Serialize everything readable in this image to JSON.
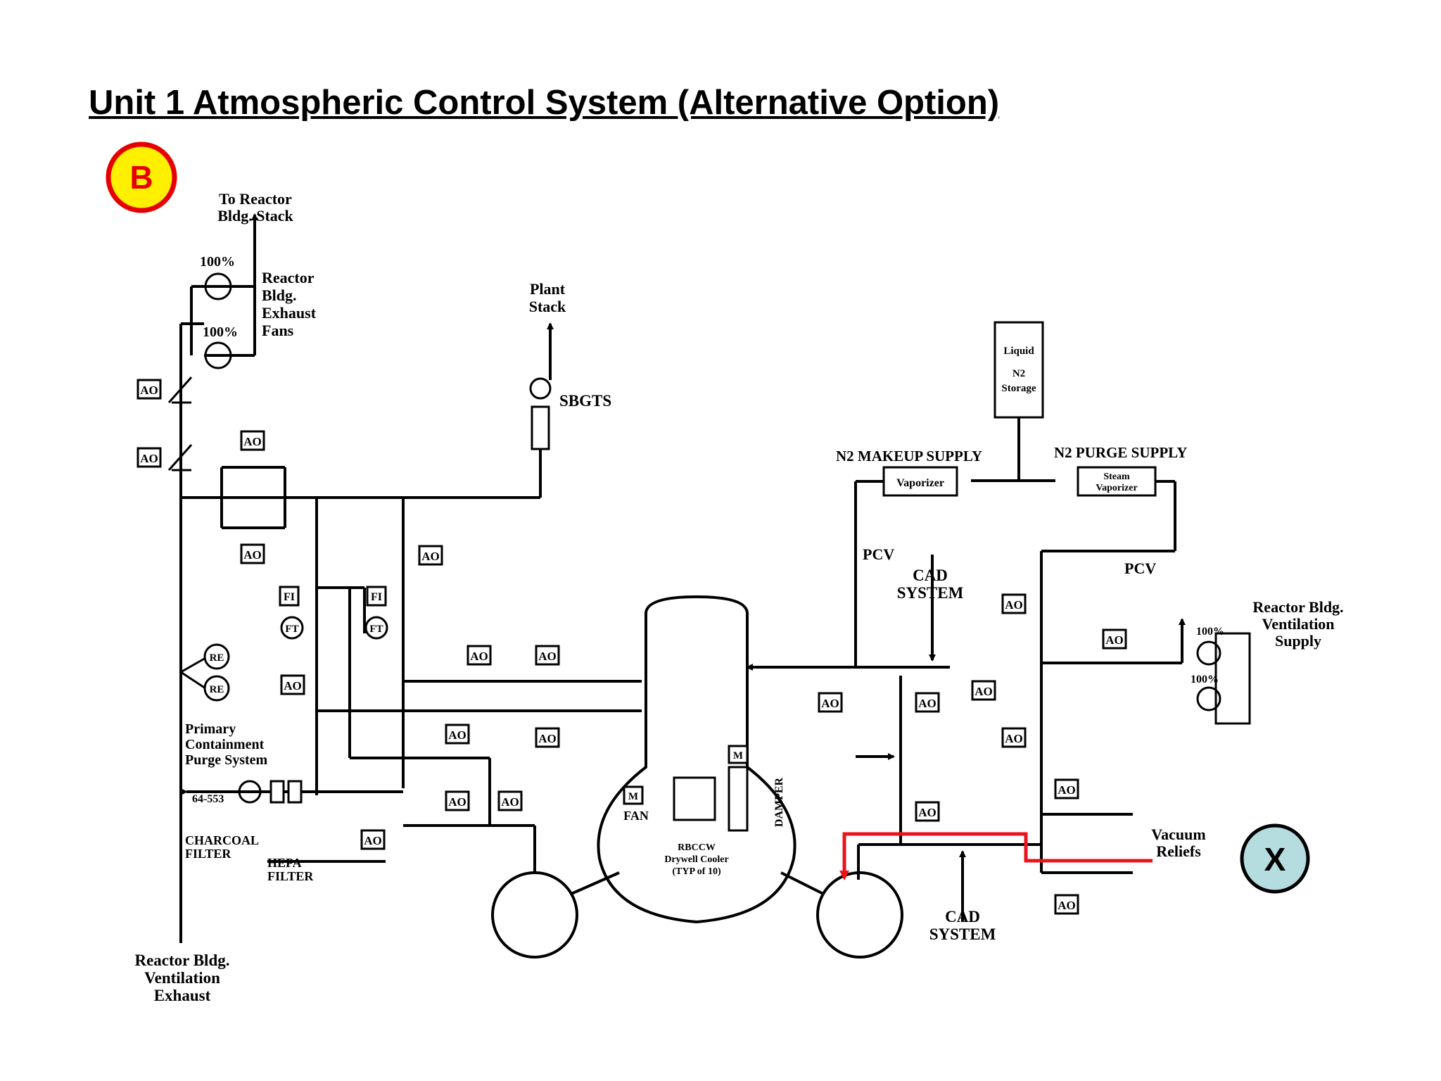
{
  "title": "Unit 1  Atmospheric Control System (Alternative Option)",
  "markers": {
    "b": "B",
    "x": "X"
  },
  "colors": {
    "b_fill": "#ffef00",
    "b_ring": "#e60000",
    "x_fill": "#b5dde0",
    "flow_red": "#e8141c"
  },
  "labels": {
    "to_stack": [
      "To Reactor",
      "Bldg. Stack"
    ],
    "pct": "100%",
    "exhaust_fans": [
      "Reactor",
      "Bldg.",
      "Exhaust",
      "Fans"
    ],
    "plant_stack": [
      "Plant",
      "Stack"
    ],
    "sbgts": "SBGTS",
    "liquid_n2": [
      "Liquid",
      "N2",
      "Storage"
    ],
    "n2_makeup": "N2 MAKEUP SUPPLY",
    "n2_purge": "N2 PURGE SUPPLY",
    "vaporizer": "Vaporizer",
    "steam_vaporizer": [
      "Steam",
      "Vaporizer"
    ],
    "pcv": "PCV",
    "cad_system": [
      "CAD",
      "SYSTEM"
    ],
    "vent_supply": [
      "Reactor Bldg.",
      "Ventilation",
      "Supply"
    ],
    "vacuum_reliefs": [
      "Vacuum",
      "Reliefs"
    ],
    "purge_system": [
      "Primary",
      "Containment",
      "Purge System"
    ],
    "valve_id": "64-553",
    "charcoal": [
      "CHARCOAL",
      "FILTER"
    ],
    "hepa": [
      "HEPA",
      "FILTER"
    ],
    "vent_exhaust": [
      "Reactor Bldg.",
      "Ventilation",
      "Exhaust"
    ],
    "fan": "FAN",
    "damper": "DAMPER",
    "rbccw": [
      "RBCCW",
      "Drywell Cooler",
      "(TYP of 10)"
    ],
    "ao": "AO",
    "fi": "FI",
    "ft": "FT",
    "re": "RE",
    "m": "M"
  }
}
